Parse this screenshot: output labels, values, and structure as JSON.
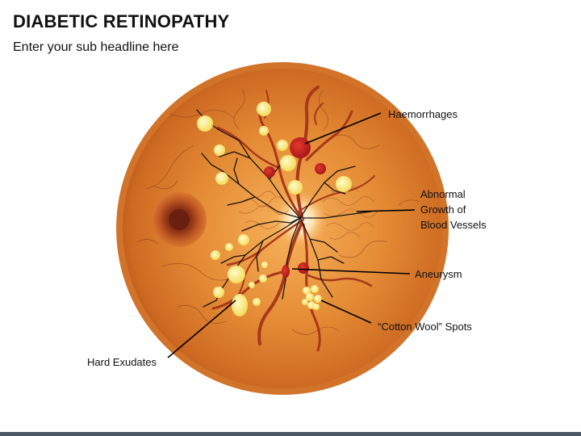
{
  "header": {
    "title": "DIABETIC RETINOPATHY",
    "subtitle": "Enter your sub headline here"
  },
  "labels": {
    "haemorrhages": "Haemorrhages",
    "abnormal_line1": "Abnormal",
    "abnormal_line2": "Growth of",
    "abnormal_line3": "Blood Vessels",
    "aneurysm": "Aneurysm",
    "cotton_wool": "“Cotton Wool” Spots",
    "hard_exudates": "Hard Exudates"
  },
  "colors": {
    "retina_outer": "#c8621a",
    "retina_inner": "#e8943a",
    "vessel": "#a8381c",
    "nerve": "#1a1410",
    "exudate": "#fff08a",
    "haemorrhage": "#b81e1e",
    "footer": "#4a5866"
  }
}
